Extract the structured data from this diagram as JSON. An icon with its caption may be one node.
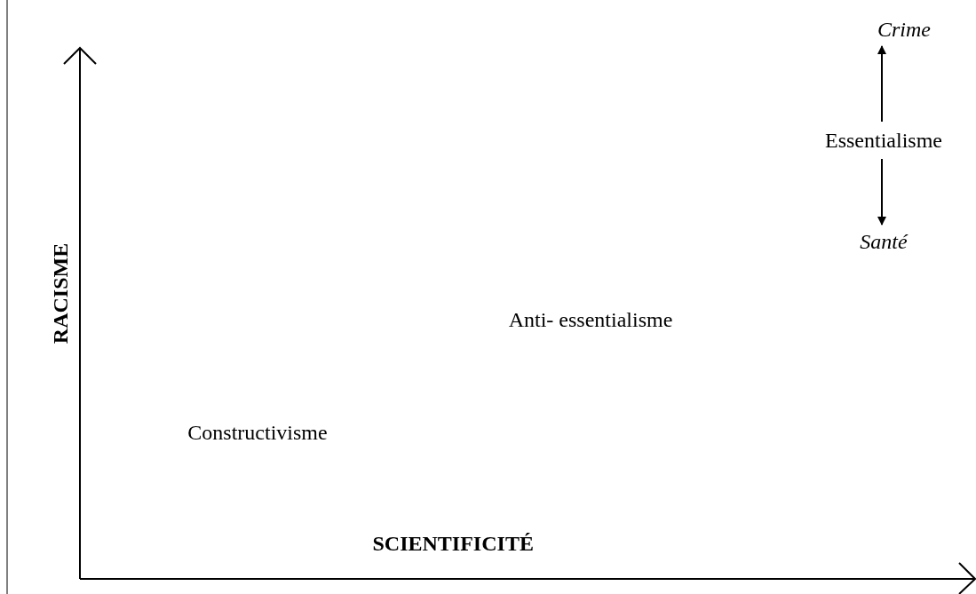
{
  "diagram": {
    "nodes": [
      {
        "text": [
          "Crime"
        ]
      },
      {
        "text": [
          "Essentialisme"
        ]
      },
      {
        "text": [
          "Santé"
        ]
      },
      {
        "text": [
          "Anti- essentialisme"
        ]
      },
      {
        "text": [
          "Constructivisme"
        ]
      }
    ],
    "edges": [
      {
        "from": 1,
        "to": 0,
        "arrow": "to"
      },
      {
        "from": 1,
        "to": 2,
        "arrow": "to"
      }
    ],
    "labels": [
      "RACISME",
      "SCIENTIFICITÉ"
    ]
  }
}
